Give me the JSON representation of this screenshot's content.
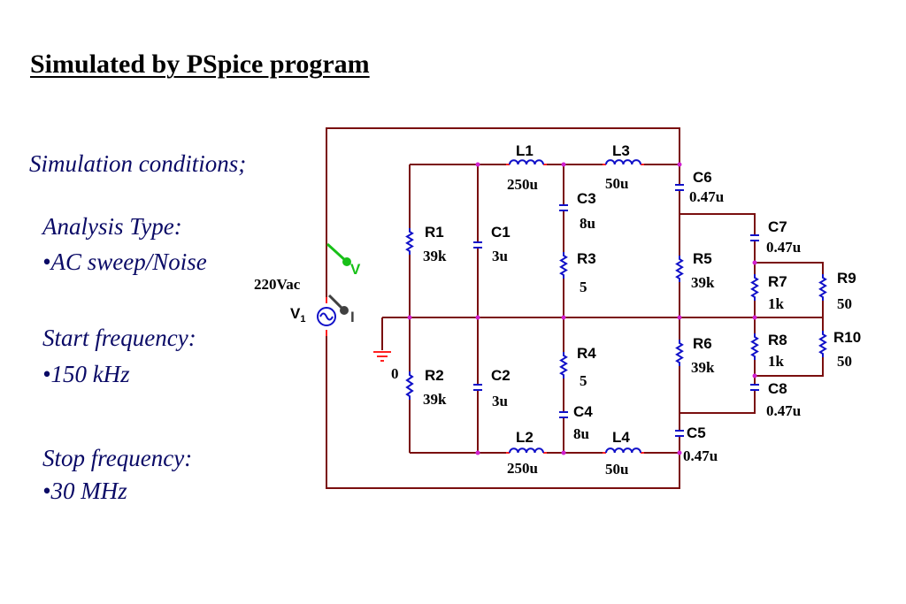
{
  "title": "Simulated by PSpice program",
  "conditions": {
    "heading": "Simulation conditions;",
    "analysis_label": "Analysis Type:",
    "analysis_value": "•AC sweep/Noise",
    "start_label": "Start frequency:",
    "start_value": "•150 kHz",
    "stop_label": "Stop frequency:",
    "stop_value": "•30 MHz"
  },
  "schematic": {
    "source": {
      "value": "220Vac",
      "name": "V",
      "subscript": "1"
    },
    "probe_v": "V",
    "probe_i": "I",
    "ground": "0",
    "components": {
      "L1": {
        "name": "L1",
        "value": "250u"
      },
      "L3": {
        "name": "L3",
        "value": "50u"
      },
      "L2": {
        "name": "L2",
        "value": "250u"
      },
      "L4": {
        "name": "L4",
        "value": "50u"
      },
      "C6": {
        "name": "C6",
        "value": "0.47u"
      },
      "C3": {
        "name": "C3",
        "value": "8u"
      },
      "C7": {
        "name": "C7",
        "value": "0.47u"
      },
      "R1": {
        "name": "R1",
        "value": "39k"
      },
      "C1": {
        "name": "C1",
        "value": "3u"
      },
      "R3": {
        "name": "R3",
        "value": "5"
      },
      "R5": {
        "name": "R5",
        "value": "39k"
      },
      "R7": {
        "name": "R7",
        "value": "1k"
      },
      "R9": {
        "name": "R9",
        "value": "50"
      },
      "R2": {
        "name": "R2",
        "value": "39k"
      },
      "C2": {
        "name": "C2",
        "value": "3u"
      },
      "R4": {
        "name": "R4",
        "value": "5"
      },
      "R6": {
        "name": "R6",
        "value": "39k"
      },
      "R8": {
        "name": "R8",
        "value": "1k"
      },
      "R10": {
        "name": "R10",
        "value": "50"
      },
      "C8": {
        "name": "C8",
        "value": "0.47u"
      },
      "C4": {
        "name": "C4",
        "value": "8u"
      },
      "C5": {
        "name": "C5",
        "value": "0.47u"
      }
    },
    "colors": {
      "wire": "#7a0f0f",
      "component": "#1010c8",
      "node": "#d020d0",
      "lead": "#ff2020",
      "probe_v": "#18c018",
      "probe_i": "#404040"
    }
  }
}
